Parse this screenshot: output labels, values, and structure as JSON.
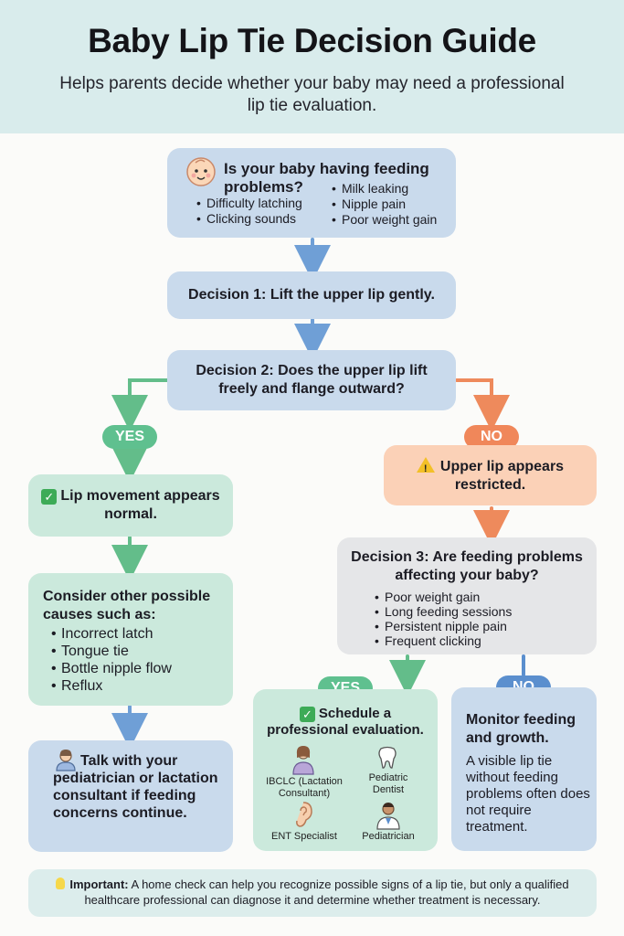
{
  "header": {
    "title": "Baby Lip Tie Decision Guide",
    "subtitle": "Helps parents decide whether your baby may need a professional lip tie evaluation."
  },
  "start": {
    "question": "Is your baby having feeding problems?",
    "symptoms_left": [
      "Difficulty latching",
      "Clicking sounds"
    ],
    "symptoms_right": [
      "Milk leaking",
      "Nipple pain",
      "Poor weight gain"
    ]
  },
  "decision1": {
    "text": "Decision 1: Lift the upper lip gently."
  },
  "decision2": {
    "text": "Decision 2: Does the upper lip lift freely and flange outward?"
  },
  "yes_label": "YES",
  "no_label": "NO",
  "normal": {
    "text": "Lip movement appears normal."
  },
  "other_causes": {
    "heading": "Consider other possible causes such as:",
    "items": [
      "Incorrect latch",
      "Tongue tie",
      "Bottle nipple flow",
      "Reflux"
    ]
  },
  "talk": {
    "text": "Talk with your pediatrician or lactation consultant if feeding concerns continue."
  },
  "restricted": {
    "text": "Upper lip appears restricted."
  },
  "decision3": {
    "text": "Decision 3: Are feeding problems affecting your baby?",
    "items": [
      "Poor weight gain",
      "Long feeding sessions",
      "Persistent nipple pain",
      "Frequent clicking"
    ]
  },
  "schedule": {
    "text": "Schedule a professional evaluation.",
    "professionals": [
      {
        "label": "IBCLC (Lactation Consultant)",
        "icon": "lactation-consultant-icon"
      },
      {
        "label": "Pediatric Dentist",
        "icon": "tooth-icon"
      },
      {
        "label": "ENT Specialist",
        "icon": "ear-icon"
      },
      {
        "label": "Pediatrician",
        "icon": "doctor-icon"
      }
    ]
  },
  "monitor": {
    "heading": "Monitor feeding and growth.",
    "text": "A visible lip tie without feeding problems often does not require treatment."
  },
  "footer": {
    "important_label": "Important:",
    "text": "A home check can help you recognize possible signs of a lip tie, but only a qualified healthcare professional can diagnose it and determine whether treatment is necessary."
  },
  "colors": {
    "blue": "#c9daec",
    "green": "#cbe9dc",
    "orange": "#fbd1b7",
    "grey": "#e5e6e8",
    "yes_pill": "#5fc08f",
    "no_pill_orange": "#f0875a",
    "no_pill_blue": "#5b8fce",
    "arrow_blue": "#6f9fd6",
    "arrow_green": "#63bd8a",
    "arrow_orange": "#ee8a5c"
  }
}
